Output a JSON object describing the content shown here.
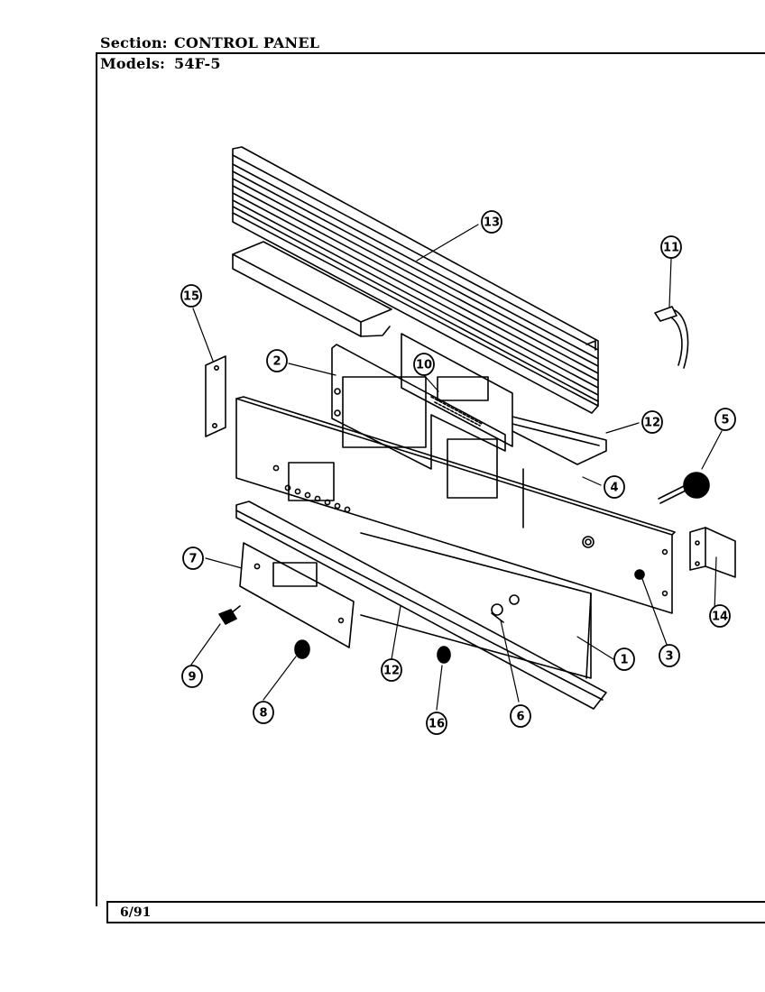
{
  "header": {
    "section_label": "Section:",
    "section_value": "CONTROL PANEL",
    "models_label": "Models:",
    "models_value": "54F-5"
  },
  "footer": {
    "date": "6/91"
  },
  "diagram": {
    "callouts": [
      "13",
      "11",
      "15",
      "2",
      "10",
      "12",
      "5",
      "4",
      "7",
      "14",
      "3",
      "1",
      "9",
      "12",
      "8",
      "16",
      "6"
    ],
    "line_color": "#000000",
    "background": "#ffffff"
  }
}
